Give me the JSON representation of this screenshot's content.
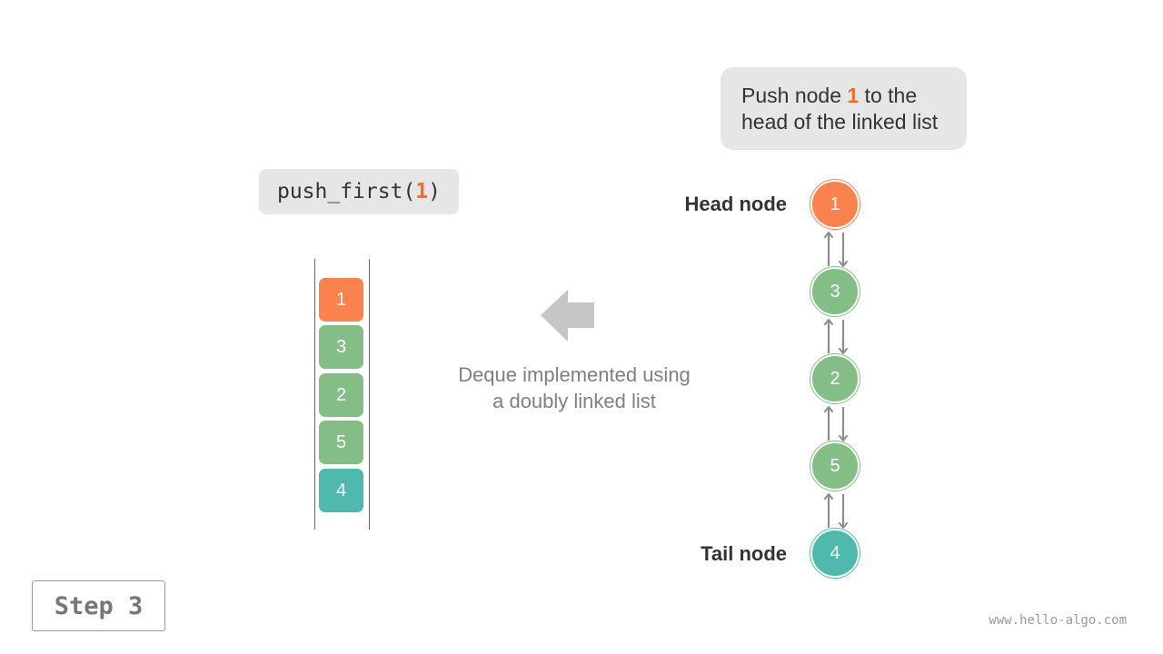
{
  "operation": {
    "fn": "push_first(",
    "arg": "1",
    "close": ")"
  },
  "note": {
    "prefix": "Push node ",
    "value": "1",
    "suffix": " to the",
    "line2": "head of the linked list"
  },
  "caption": {
    "line1": "Deque implemented using",
    "line2": "a doubly linked list"
  },
  "head_label": "Head node",
  "tail_label": "Tail node",
  "deque": [
    "1",
    "3",
    "2",
    "5",
    "4"
  ],
  "linked_list": [
    "1",
    "3",
    "2",
    "5",
    "4"
  ],
  "colors": {
    "head": "#f9824f",
    "middle": "#84bd86",
    "tail": "#4fb9ad",
    "accent": "#f46d28",
    "link": "#8c8c8c",
    "arrow": "#c6c6c6"
  },
  "step_label": "Step 3",
  "watermark": "www.hello-algo.com"
}
